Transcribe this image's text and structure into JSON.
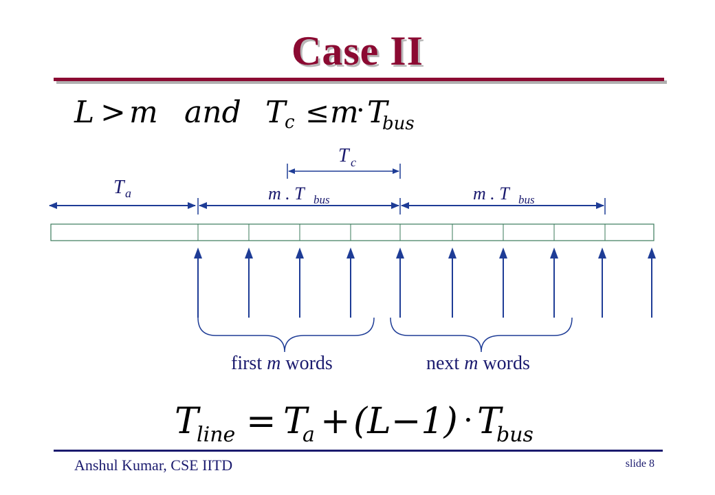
{
  "slide": {
    "title": "Case II",
    "condition": {
      "lhs_var": "L",
      "relation": ">",
      "rhs_var": "m",
      "connector": "and",
      "tc_base": "T",
      "tc_sub": "c",
      "le": "≤",
      "m": "m",
      "dot": "·",
      "tbus_base": "T",
      "tbus_sub": "bus"
    },
    "labels": {
      "ta_base": "T",
      "ta_sub": "a",
      "tc_base": "T",
      "tc_sub": "c",
      "m_tbus_1_prefix": "m . T",
      "m_tbus_1_sub": "bus",
      "m_tbus_2_prefix": "m . T",
      "m_tbus_2_sub": "bus",
      "first_words_pre": "first ",
      "first_words_m": "m",
      "first_words_post": " words",
      "next_words_pre": "next ",
      "next_words_m": "m",
      "next_words_post": " words"
    },
    "formula": {
      "t": "T",
      "line_sub": "line",
      "eq": "=",
      "ta_base": "T",
      "ta_sub": "a",
      "plus": "+",
      "paren_expr": "(L−1)",
      "dot": "·",
      "tbus_base": "T",
      "tbus_sub": "bus"
    },
    "footer": {
      "author": "Anshul Kumar, CSE IITD",
      "slide_number": "slide 8"
    },
    "colors": {
      "title": "#8b0a32",
      "title_shadow": "#b8b8b8",
      "accent_blue": "#1a1a6e",
      "arrow_blue": "#1e3c96",
      "bus_border": "#3a7a5a"
    }
  }
}
